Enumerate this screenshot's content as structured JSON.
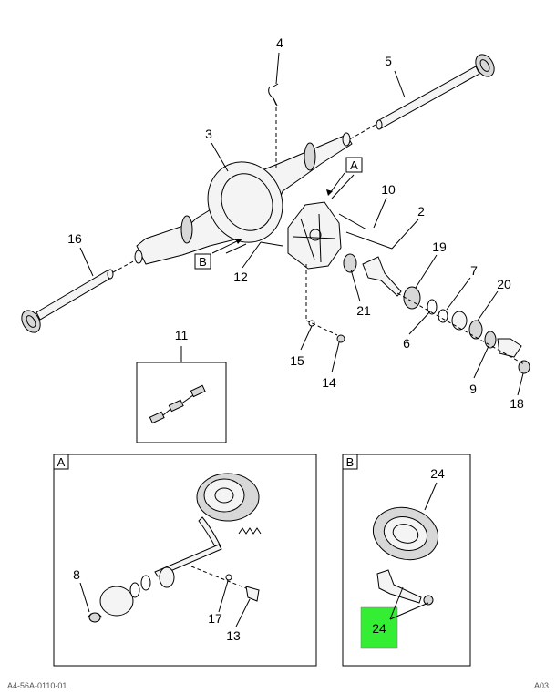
{
  "callouts": {
    "c2": "2",
    "c3": "3",
    "c4": "4",
    "c5": "5",
    "c6": "6",
    "c7": "7",
    "c9": "9",
    "c10": "10",
    "c11": "11",
    "c12": "12",
    "c14": "14",
    "c15": "15",
    "c16": "16",
    "c18": "18",
    "c19": "19",
    "c20": "20",
    "c21": "21",
    "c8": "8",
    "c13": "13",
    "c17": "17",
    "c24_top": "24",
    "c24_highlight": "24"
  },
  "view_refs": {
    "ref_a": "A",
    "ref_b": "B"
  },
  "detail_boxes": {
    "box_a_title": "A",
    "box_b_title": "B"
  },
  "highlight_color": "#33ee33",
  "footer": {
    "left": "A4-56A-0110-01",
    "right": "A03"
  }
}
